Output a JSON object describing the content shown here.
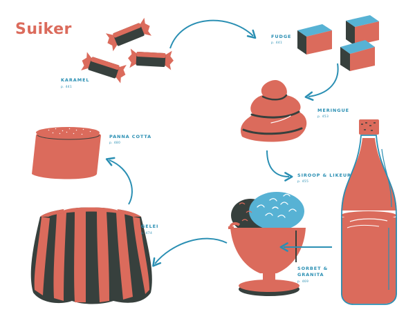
{
  "title": "Suiker",
  "colors": {
    "red": "#db6b5c",
    "dark": "#37403d",
    "blue": "#2a8fb3",
    "sky": "#57b2d4"
  },
  "items": {
    "karamel": {
      "label": "KARAMEL",
      "page": "p. 441"
    },
    "fudge": {
      "label": "FUDGE",
      "page": "p. 441"
    },
    "meringue": {
      "label": "MERINGUE",
      "page": "p. 453"
    },
    "siroop": {
      "label": "SIROOP & LIKEUR",
      "page": "p. 455"
    },
    "sorbet": {
      "line1": "SORBET &",
      "line2": "GRANITA",
      "page": "p. 469"
    },
    "gelei": {
      "label": "GELEI",
      "page": "p. 474"
    },
    "panna": {
      "label": "PANNA COTTA",
      "page": "p. 480"
    }
  }
}
